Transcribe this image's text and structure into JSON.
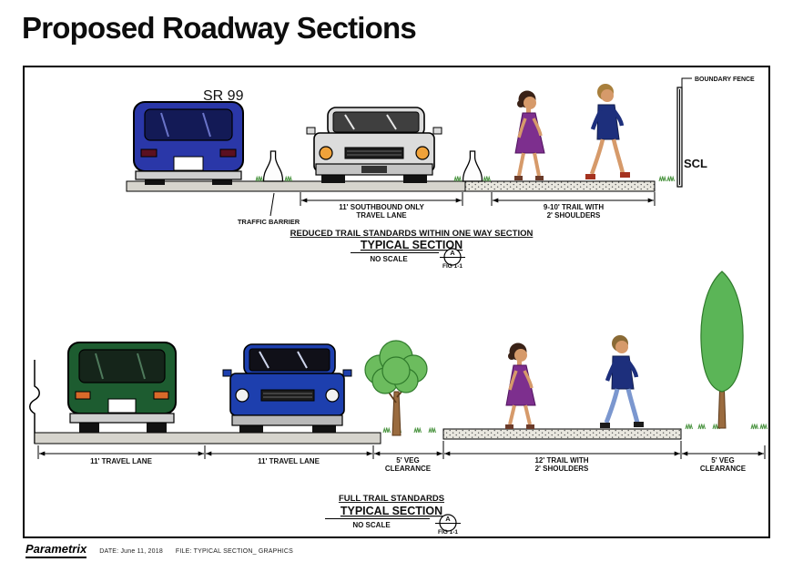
{
  "page": {
    "title": "Proposed Roadway Sections"
  },
  "diagram": {
    "top": {
      "highway": "SR 99",
      "boundary_fence": "BOUNDARY FENCE",
      "scl": "SCL",
      "traffic_barrier": "TRAFFIC BARRIER",
      "lane_dim_line1": "11' SOUTHBOUND ONLY",
      "lane_dim_line2": "TRAVEL LANE",
      "trail_dim_line1": "9-10' TRAIL WITH",
      "trail_dim_line2": "2' SHOULDERS",
      "title": "REDUCED TRAIL STANDARDS WITHIN ONE WAY SECTION",
      "subtitle": "TYPICAL SECTION",
      "no_scale": "NO SCALE",
      "fig_letter": "A",
      "fig_ref": "FIG 1-1"
    },
    "bottom": {
      "lane1_dim": "11' TRAVEL LANE",
      "lane2_dim": "11' TRAVEL LANE",
      "veg_left_line1": "5' VEG",
      "veg_left_line2": "CLEARANCE",
      "trail_dim_line1": "12' TRAIL WITH",
      "trail_dim_line2": "2' SHOULDERS",
      "veg_right_line1": "5' VEG",
      "veg_right_line2": "CLEARANCE",
      "title": "FULL TRAIL STANDARDS",
      "subtitle": "TYPICAL SECTION",
      "no_scale": "NO SCALE",
      "fig_letter": "A",
      "fig_ref": "FIG 1-1"
    }
  },
  "footer": {
    "logo": "Parametrix",
    "date": "DATE: June 11, 2018",
    "file": "FILE: TYPICAL SECTION_ GRAPHICS"
  },
  "colors": {
    "van_blue": "#2a37a8",
    "suv_green": "#1d5c30",
    "car_gray": "#d9d9d9",
    "car_blue": "#1d3fae",
    "dress_purple": "#7d2f8e",
    "shirt_navy": "#1d2f7c",
    "tree_green": "#68b85c",
    "road_gray": "#d6d4cd",
    "skin": "#d69a6a",
    "headlight_amber": "#f0a23a"
  }
}
